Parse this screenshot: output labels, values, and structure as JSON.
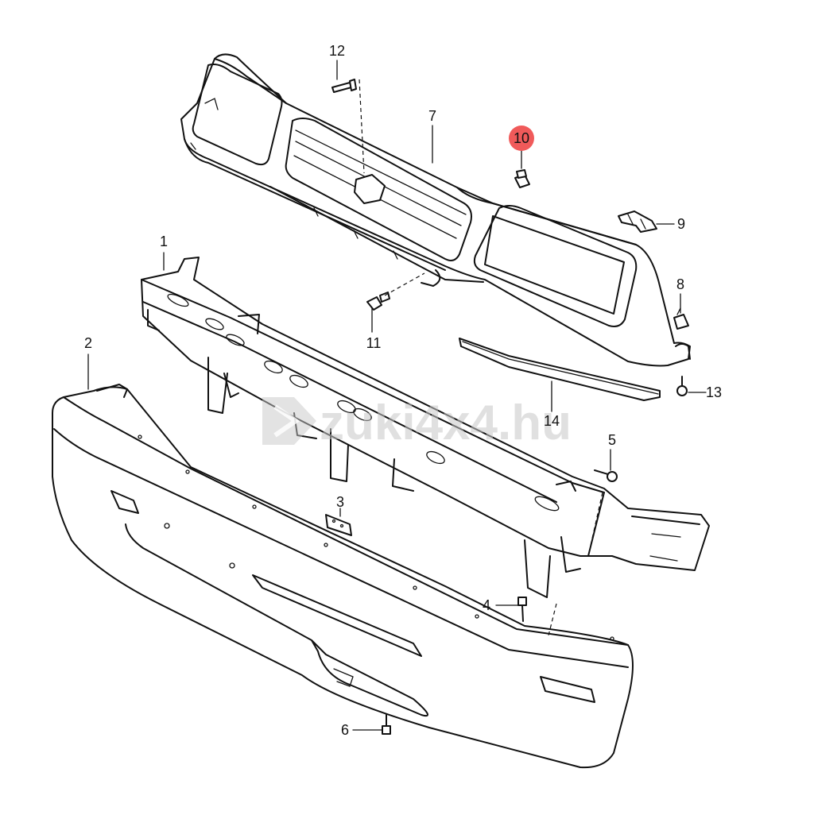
{
  "watermark": "zuki4x4.hu",
  "highlight_color": "#f05a5a",
  "highlighted_part": "10",
  "callouts": [
    {
      "id": "c1",
      "text": "1"
    },
    {
      "id": "c2",
      "text": "2"
    },
    {
      "id": "c3",
      "text": "3"
    },
    {
      "id": "c4",
      "text": "4"
    },
    {
      "id": "c5",
      "text": "5"
    },
    {
      "id": "c6",
      "text": "6"
    },
    {
      "id": "c7",
      "text": "7"
    },
    {
      "id": "c8",
      "text": "8"
    },
    {
      "id": "c9",
      "text": "9"
    },
    {
      "id": "c10",
      "text": "10"
    },
    {
      "id": "c11",
      "text": "11"
    },
    {
      "id": "c12",
      "text": "12"
    },
    {
      "id": "c13",
      "text": "13"
    },
    {
      "id": "c14",
      "text": "14"
    }
  ]
}
